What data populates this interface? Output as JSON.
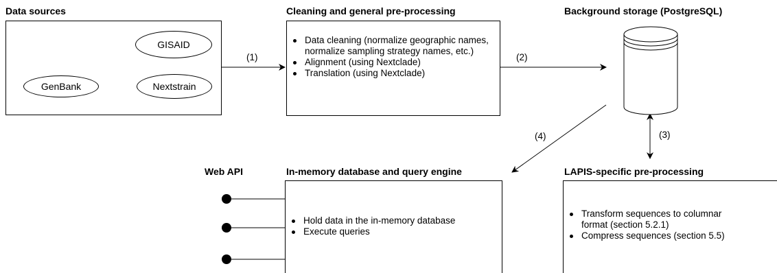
{
  "data_sources": {
    "title": "Data sources",
    "nodes": {
      "gisaid": "GISAID",
      "genbank": "GenBank",
      "nextstrain": "Nextstrain"
    }
  },
  "cleaning": {
    "title": "Cleaning and general pre-processing",
    "items": [
      "Data cleaning (normalize geographic names, normalize sampling strategy names, etc.)",
      "Alignment (using Nextclade)",
      "Translation (using Nextclade)"
    ]
  },
  "storage": {
    "title": "Background storage (PostgreSQL)"
  },
  "web_api": {
    "title": "Web API"
  },
  "in_memory": {
    "title": "In-memory database and query engine",
    "items": [
      "Hold data in the in-memory database",
      "Execute queries"
    ]
  },
  "lapis": {
    "title": "LAPIS-specific pre-processing",
    "items": [
      "Transform sequences to columnar format (section 5.2.1)",
      "Compress sequences (section 5.5)"
    ]
  },
  "edges": {
    "e1": "(1)",
    "e2": "(2)",
    "e3": "(3)",
    "e4": "(4)"
  }
}
